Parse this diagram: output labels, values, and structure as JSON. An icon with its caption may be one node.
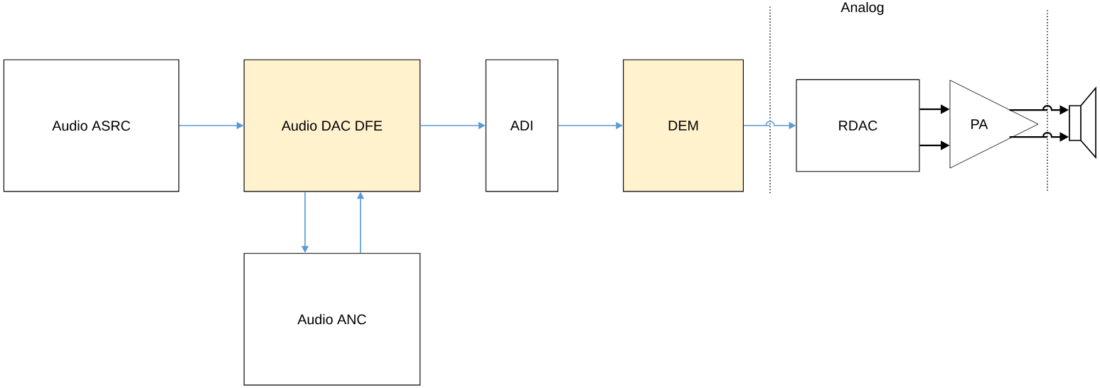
{
  "diagram": {
    "nodes": [
      {
        "text": [
          "Audio ASRC"
        ]
      },
      {
        "text": [
          "Audio DAC DFE"
        ]
      },
      {
        "text": [
          "ADI"
        ]
      },
      {
        "text": [
          "DEM"
        ]
      },
      {
        "text": [
          "RDAC"
        ]
      },
      {
        "text": [
          "PA"
        ]
      },
      {
        "text": [],
        "shape": "picture"
      },
      {
        "text": [
          "Audio ANC"
        ]
      }
    ],
    "edges": [
      {
        "from": 0,
        "to": 1,
        "arrow": "to"
      },
      {
        "from": 1,
        "to": 2,
        "arrow": "to"
      },
      {
        "from": 2,
        "to": 3,
        "arrow": "to"
      },
      {
        "from": 3,
        "to": 4,
        "arrow": "to"
      },
      {
        "from": 4,
        "to": 5,
        "arrow": "to",
        "color": "#000000"
      },
      {
        "from": 4,
        "to": 5,
        "arrow": "to",
        "color": "#000000"
      },
      {
        "from": 5,
        "to": 6,
        "arrow": "to",
        "color": "#000000"
      },
      {
        "from": 5,
        "to": 6,
        "arrow": "to",
        "color": "#000000"
      },
      {
        "from": 1,
        "to": 7,
        "arrow": "to"
      },
      {
        "from": 7,
        "to": 1,
        "arrow": "to"
      }
    ],
    "labels": [
      "Analog"
    ]
  }
}
